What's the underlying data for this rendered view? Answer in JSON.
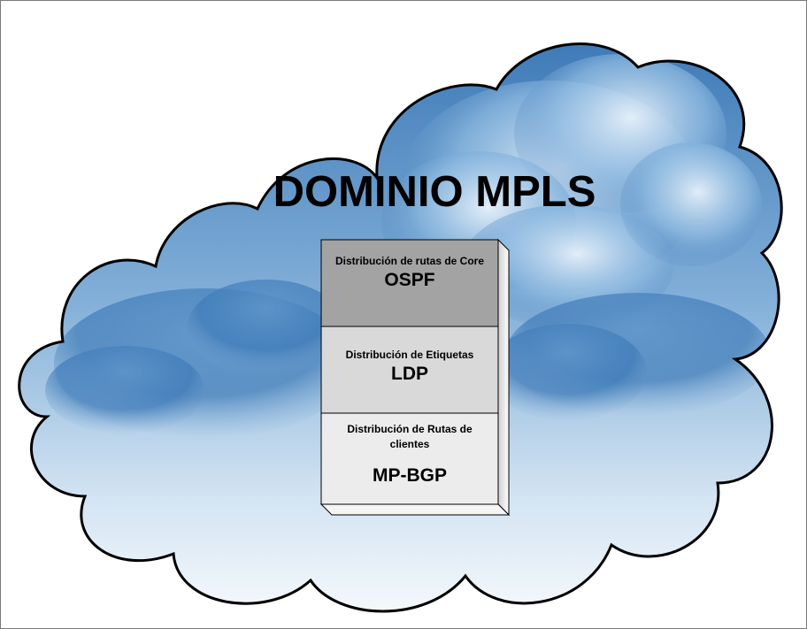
{
  "diagram": {
    "title": "DOMINIO MPLS",
    "stack": [
      {
        "description": "Distribución de rutas de Core",
        "protocol": "OSPF",
        "fill": "#a3a3a3"
      },
      {
        "description": "Distribución de Etiquetas",
        "protocol": "LDP",
        "fill": "#d9d9d9"
      },
      {
        "description": "Distribución de Rutas de clientes",
        "protocol": "MP-BGP",
        "fill": "#ececec"
      }
    ],
    "colors": {
      "cloud_top": "#4f87bf",
      "cloud_bottom": "#f1f6fb",
      "cloud_outline": "#000000"
    }
  }
}
